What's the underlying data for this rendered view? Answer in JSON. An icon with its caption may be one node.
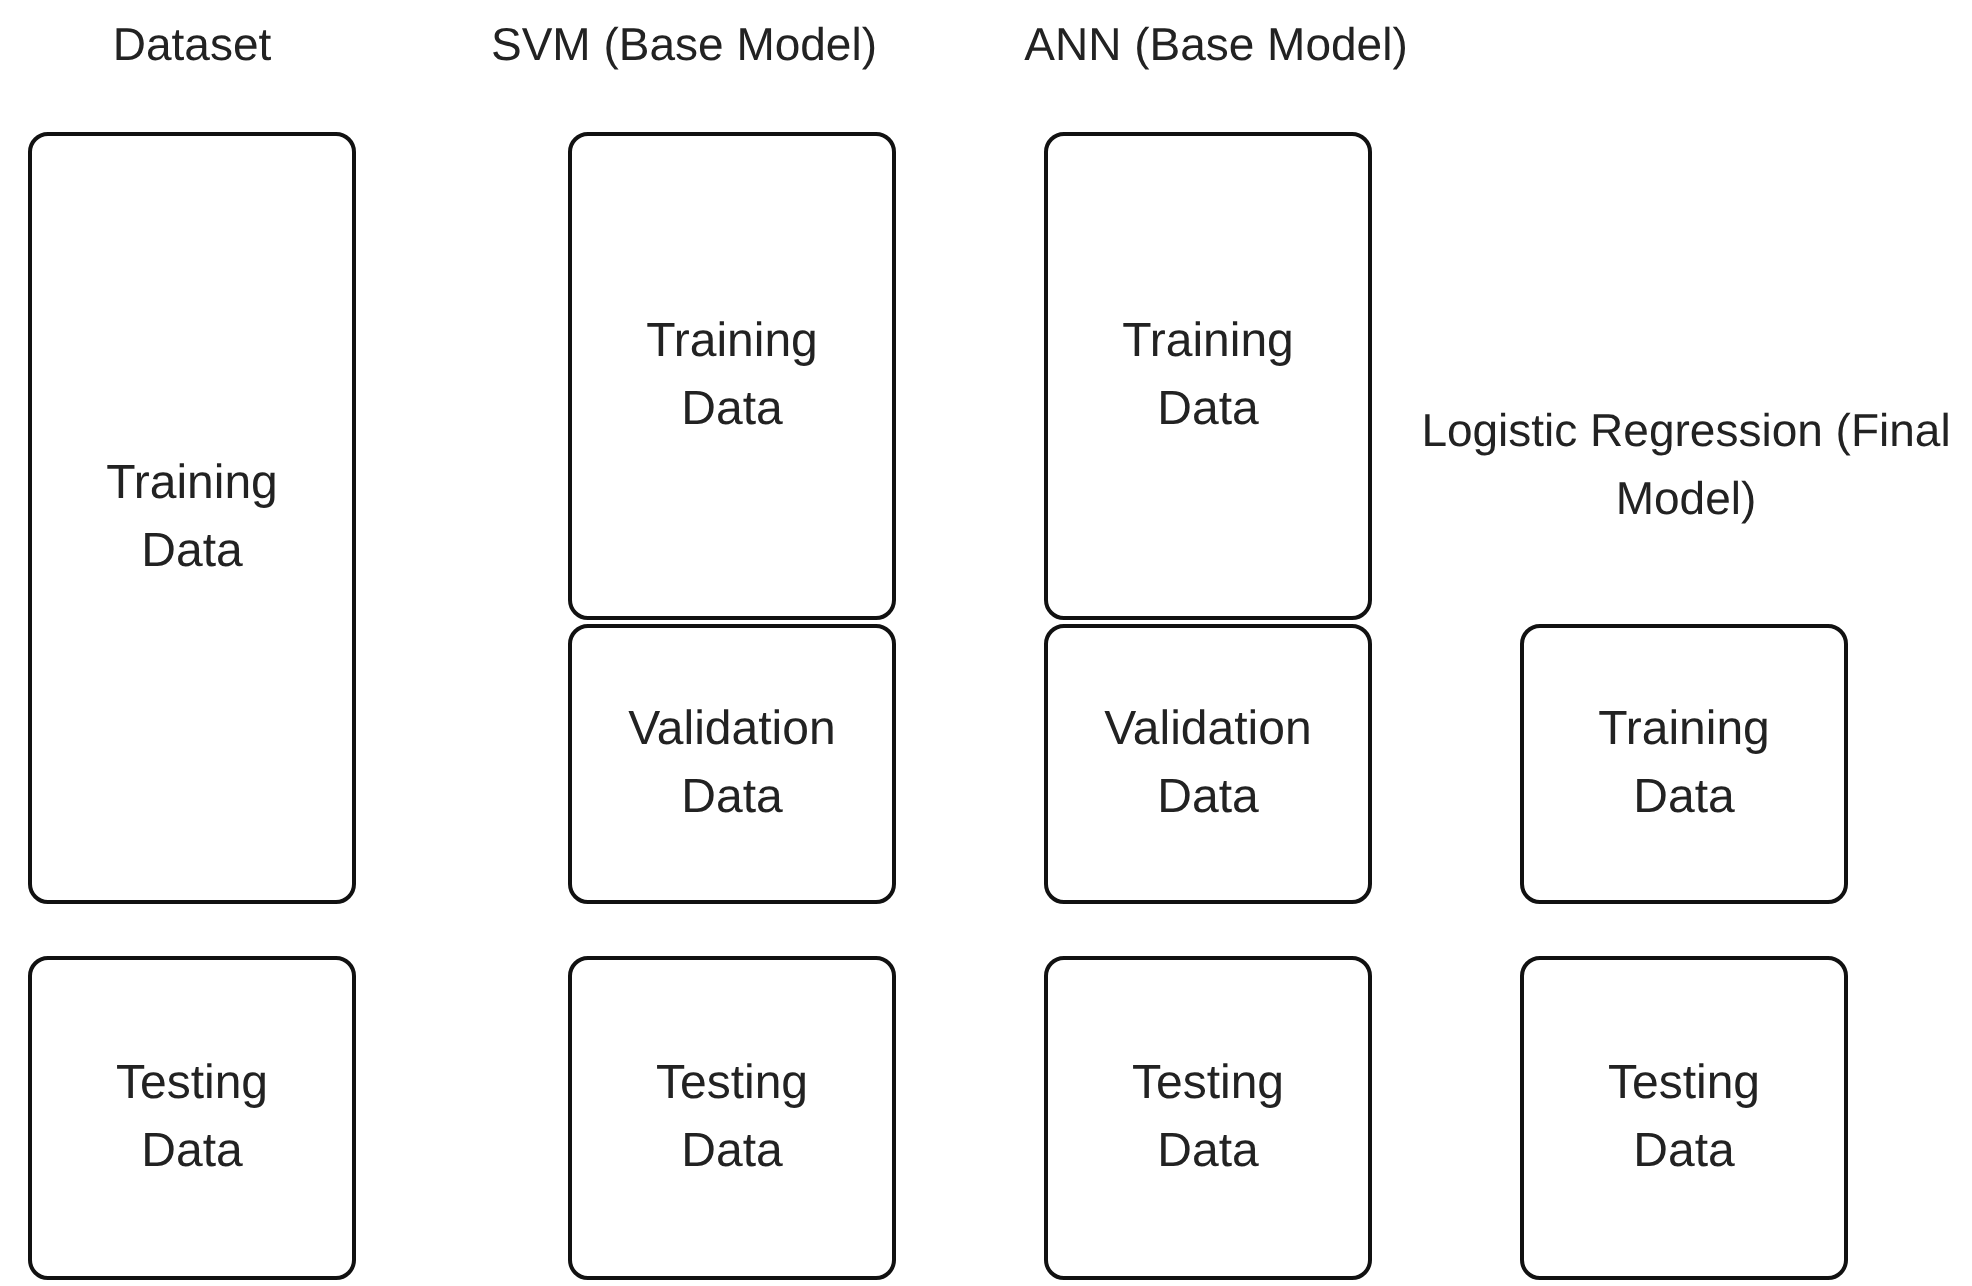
{
  "diagram": {
    "nodes": [
      {
        "text": [
          "Training Data"
        ]
      },
      {
        "text": [
          "Testing Data"
        ]
      },
      {
        "text": [
          "Training Data"
        ]
      },
      {
        "text": [
          "Validation Data"
        ]
      },
      {
        "text": [
          "Testing Data"
        ]
      },
      {
        "text": [
          "Training Data"
        ]
      },
      {
        "text": [
          "Validation Data"
        ]
      },
      {
        "text": [
          "Testing Data"
        ]
      },
      {
        "text": [
          "Training Data"
        ]
      },
      {
        "text": [
          "Testing Data"
        ]
      }
    ],
    "labels": [
      "Dataset",
      "SVM (Base Model)",
      "ANN (Base Model)",
      "Logistic Regression (Final Model)"
    ]
  }
}
